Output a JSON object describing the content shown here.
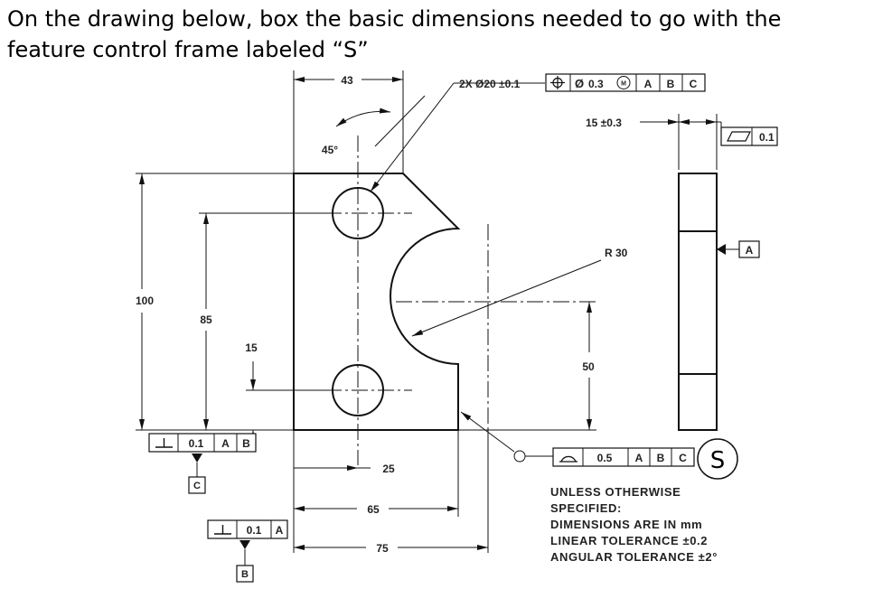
{
  "title": {
    "line1": "On the drawing below, box the basic dimensions needed to go with the",
    "line2": "feature control frame labeled “S”"
  },
  "dims": {
    "top_width": "43",
    "chamfer_angle": "45°",
    "height_total": "100",
    "height_hole_upper": "85",
    "height_hole_lower": "15",
    "hole_spacing_x": "25",
    "width_65": "65",
    "width_75": "75",
    "radius": "R 30",
    "arc_center_height": "50",
    "thickness": "15 ±0.3"
  },
  "callouts": {
    "hole_note": "2X Ø20 ±0.1",
    "position_fcf": {
      "symbol": "position-symbol",
      "dia": "Ø",
      "tol": "0.3",
      "modifier": "M",
      "datum1": "A",
      "datum2": "B",
      "datum3": "C"
    },
    "flatness_fcf": {
      "symbol": "flatness-symbol",
      "tol": "0.1"
    },
    "perp_fcf_1": {
      "symbol": "perpendicularity-symbol",
      "tol": "0.1",
      "datum1": "A",
      "datum2": "B"
    },
    "perp_fcf_2": {
      "symbol": "perpendicularity-symbol",
      "tol": "0.1",
      "datum1": "A"
    },
    "profile_fcf": {
      "symbol": "profile-surface-symbol",
      "tol": "0.5",
      "datum1": "A",
      "datum2": "B",
      "datum3": "C",
      "label": "S"
    },
    "datum_a": "A",
    "datum_b": "B",
    "datum_c": "C"
  },
  "notes": {
    "line1": "UNLESS OTHERWISE",
    "line2": "SPECIFIED:",
    "line3": "DIMENSIONS ARE IN mm",
    "line4": "LINEAR TOLERANCE ±0.2",
    "line5": "ANGULAR TOLERANCE ±2°"
  }
}
